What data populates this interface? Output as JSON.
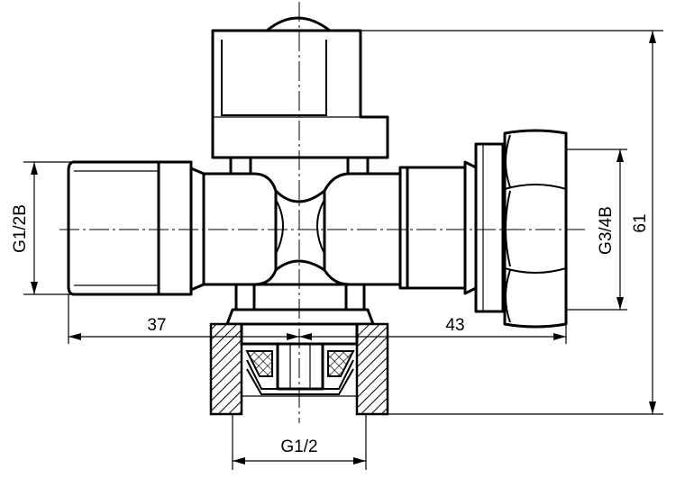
{
  "drawing": {
    "dimensions": {
      "left_thread": "G1/2B",
      "right_thread": "G3/4B",
      "bottom_thread": "G1/2",
      "height": "61",
      "left_length": "37",
      "right_length": "43"
    }
  }
}
